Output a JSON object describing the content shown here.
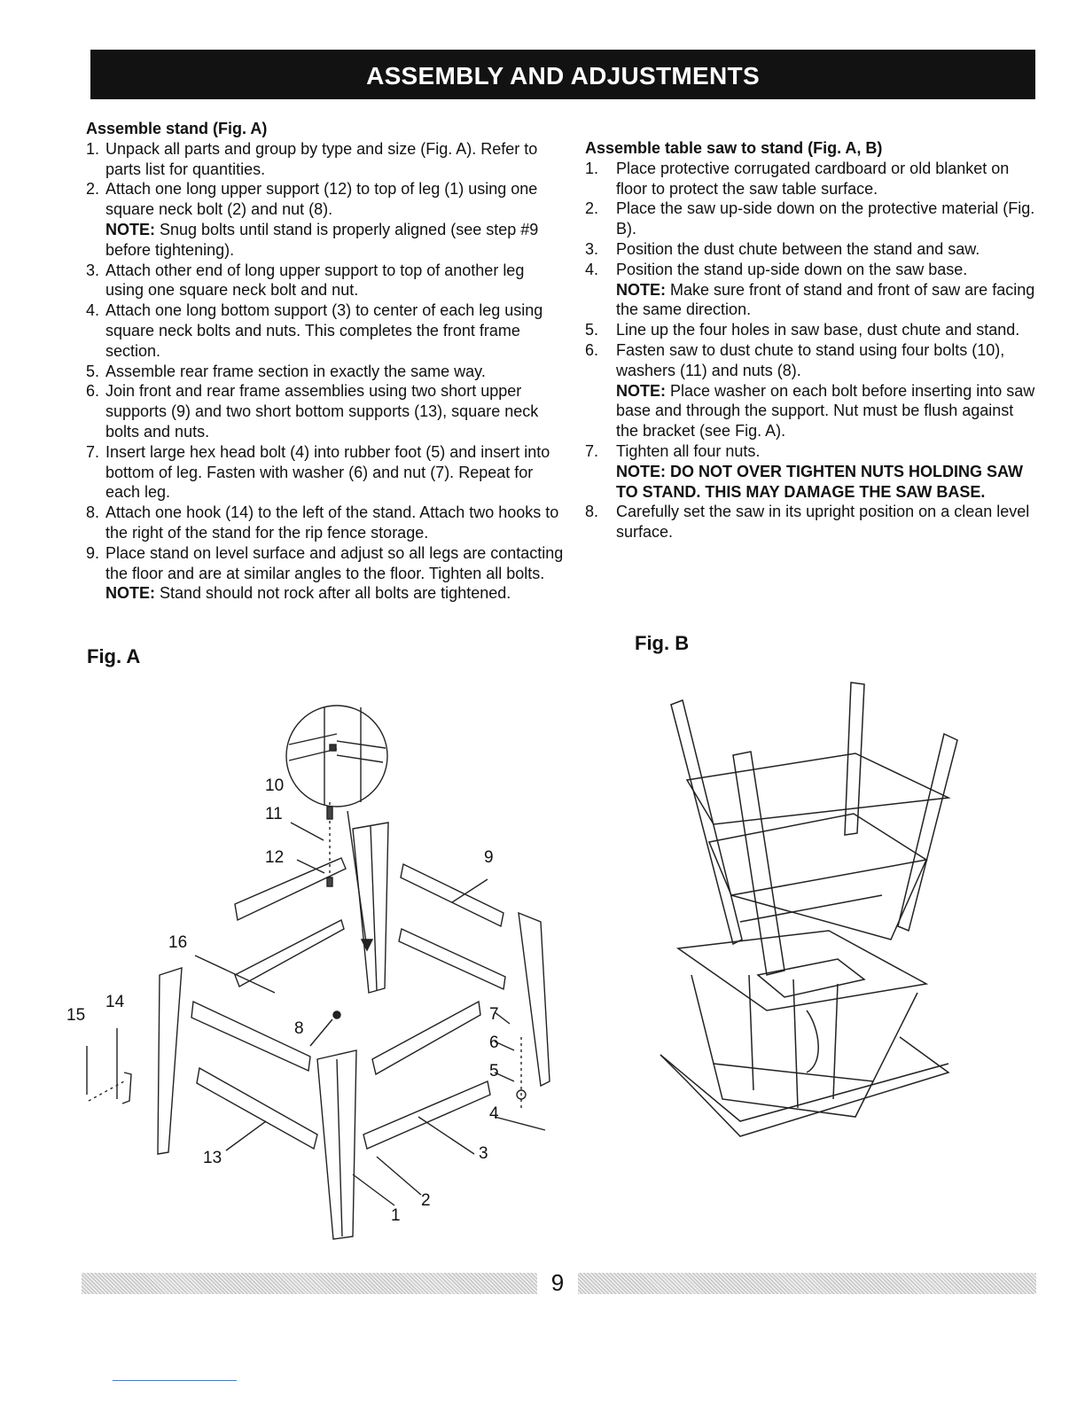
{
  "header": {
    "title": "ASSEMBLY AND ADJUSTMENTS"
  },
  "left_section": {
    "heading": "Assemble stand (Fig. A)",
    "steps": [
      {
        "num": "1.",
        "text": "Unpack all parts and group by type and size (Fig. A). Refer to parts list for quantities."
      },
      {
        "num": "2.",
        "text": "Attach one long upper support (12) to top of leg (1) using one square neck bolt (2) and nut (8).",
        "note_label": "NOTE:",
        "note_text": " Snug bolts until stand is properly aligned (see step #9 before tightening)."
      },
      {
        "num": "3.",
        "text": "Attach other end of long upper support to top of another leg using one square neck bolt and nut."
      },
      {
        "num": "4.",
        "text": "Attach one long bottom support (3) to center of each leg using square neck bolts and nuts. This completes the front frame section."
      },
      {
        "num": "5.",
        "text": "Assemble rear frame section in exactly the same way."
      },
      {
        "num": "6.",
        "text": "Join front and rear frame assemblies using two short upper supports (9) and two short bottom supports (13), square neck bolts and nuts."
      },
      {
        "num": "7.",
        "text": "Insert large hex head bolt (4) into rubber foot (5) and insert into bottom of leg. Fasten with washer (6) and nut (7). Repeat for each leg."
      },
      {
        "num": "8.",
        "text": "Attach one hook (14) to the left of the stand. Attach two hooks to the right of the stand for the rip fence storage."
      },
      {
        "num": "9.",
        "text": "Place stand on level surface and adjust so all legs are contacting the floor and are at similar angles to the floor. Tighten all bolts.",
        "note_label": "NOTE:",
        "note_text": " Stand should not rock after all bolts are tightened."
      }
    ]
  },
  "right_section": {
    "heading": "Assemble table saw to stand (Fig. A, B)",
    "steps": [
      {
        "num": "1.",
        "text": "Place protective corrugated cardboard or old blanket on floor to protect the saw table surface."
      },
      {
        "num": "2.",
        "text": "Place the saw up-side down on the protective material (Fig. B)."
      },
      {
        "num": "3.",
        "text": "Position the dust chute between the stand and saw."
      },
      {
        "num": "4.",
        "text": "Position the stand up-side down on the saw base.",
        "note_label": "NOTE:",
        "note_text": " Make sure front of stand and front of saw are facing the same direction."
      },
      {
        "num": "5.",
        "text": "Line up the four holes in saw base, dust chute and stand."
      },
      {
        "num": "6.",
        "text": "Fasten saw to dust chute to stand using four bolts (10), washers (11) and nuts (8).",
        "note_label": "NOTE:",
        "note_text": " Place washer on each bolt before inserting into saw base and through the support. Nut must be flush against the bracket (see Fig. A)."
      },
      {
        "num": "7.",
        "text": "Tighten all four nuts.",
        "bold_note": "NOTE: DO NOT OVER TIGHTEN NUTS HOLDING SAW TO STAND. THIS MAY DAMAGE THE SAW BASE."
      },
      {
        "num": "8.",
        "text": "Carefully set the saw in its upright position on a clean level surface."
      }
    ]
  },
  "figures": {
    "fig_a_label": "Fig. A",
    "fig_b_label": "Fig. B",
    "fig_a_callouts": [
      "10",
      "11",
      "12",
      "9",
      "16",
      "14",
      "15",
      "8",
      "7",
      "6",
      "5",
      "4",
      "13",
      "3",
      "2",
      "1"
    ]
  },
  "footer": {
    "page_number": "9"
  }
}
